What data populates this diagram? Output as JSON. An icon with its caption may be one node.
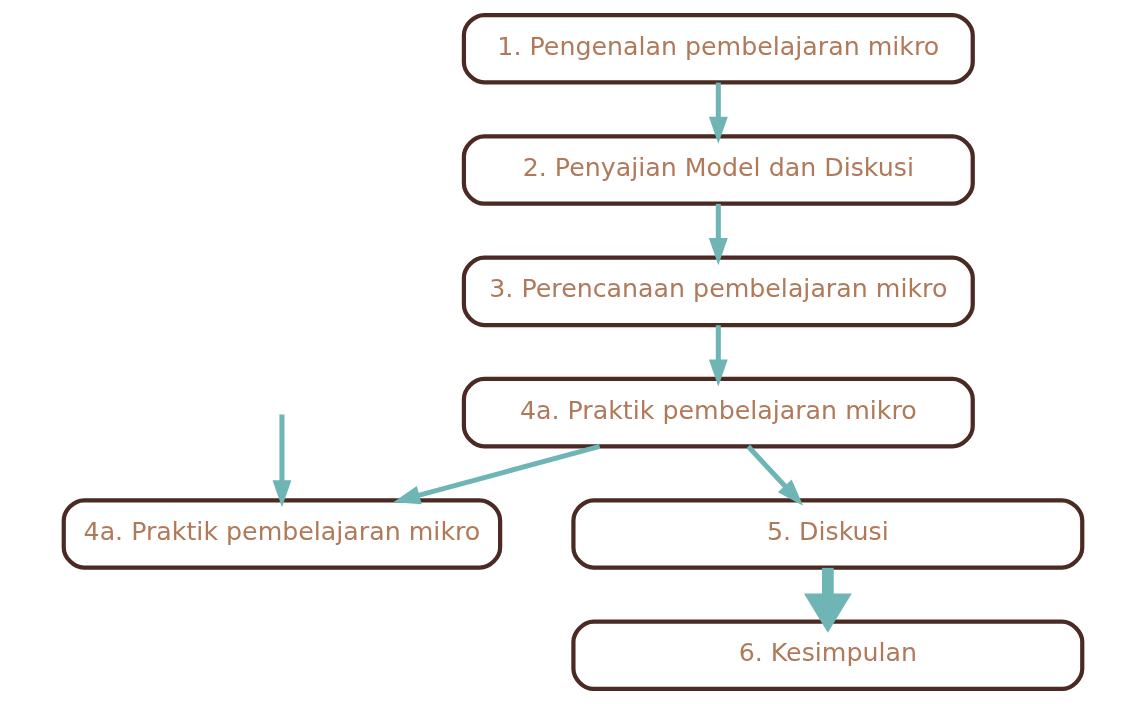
{
  "diagram": {
    "nodes": [
      {
        "text": [
          "1. Pengenalan pembelajaran mikro"
        ]
      },
      {
        "text": [
          "2. Penyajian Model dan Diskusi"
        ]
      },
      {
        "text": [
          "3. Perencanaan pembelajaran mikro"
        ]
      },
      {
        "text": [
          "4a. Praktik pembelajaran mikro"
        ]
      },
      {
        "text": [
          "4a. Praktik pembelajaran mikro"
        ]
      },
      {
        "text": [
          "5. Diskusi"
        ]
      },
      {
        "text": [
          "6. Kesimpulan"
        ]
      }
    ],
    "edges": [
      {
        "from": 0,
        "to": 1,
        "arrow": "to"
      },
      {
        "from": 1,
        "to": 2,
        "arrow": "to"
      },
      {
        "from": 2,
        "to": 3,
        "arrow": "to"
      },
      {
        "from": 3,
        "to": 5,
        "arrow": "to"
      },
      {
        "from": 3,
        "to": 4,
        "arrow": "to"
      },
      {
        "from": null,
        "to": 4,
        "arrow": "to"
      },
      {
        "from": 5,
        "to": 6,
        "arrow": "to",
        "style": "thick"
      }
    ]
  }
}
